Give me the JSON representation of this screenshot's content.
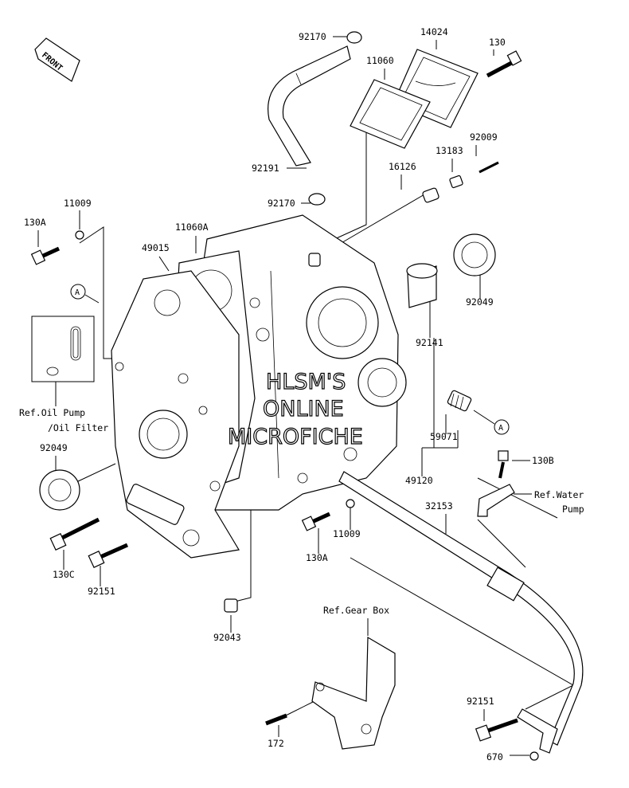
{
  "front_badge": "FRONT",
  "watermark": [
    "HLSM'S",
    "ONLINE",
    "MICROFICHE"
  ],
  "ref_marker": "A",
  "labels": {
    "p92170_top": "92170",
    "p14024": "14024",
    "p130": "130",
    "p11060": "11060",
    "p92009": "92009",
    "p13183": "13183",
    "p16126": "16126",
    "p92191": "92191",
    "p92170_mid": "92170",
    "p11009_top": "11009",
    "p130A_top": "130A",
    "p11060A": "11060A",
    "p49015": "49015",
    "p92049_right": "92049",
    "p92141": "92141",
    "ref_oil_1": "Ref.Oil Pump",
    "ref_oil_2": "/Oil Filter",
    "p92049_left": "92049",
    "p59071": "59071",
    "p49120": "49120",
    "p130B": "130B",
    "ref_water_1": "Ref.Water",
    "ref_water_2": "Pump",
    "p32153": "32153",
    "p11009_low": "11009",
    "p130A_low": "130A",
    "p130C": "130C",
    "p92151_left": "92151",
    "ref_gear": "Ref.Gear Box",
    "p92043": "92043",
    "p92151_right": "92151",
    "p172": "172",
    "p670": "670"
  }
}
